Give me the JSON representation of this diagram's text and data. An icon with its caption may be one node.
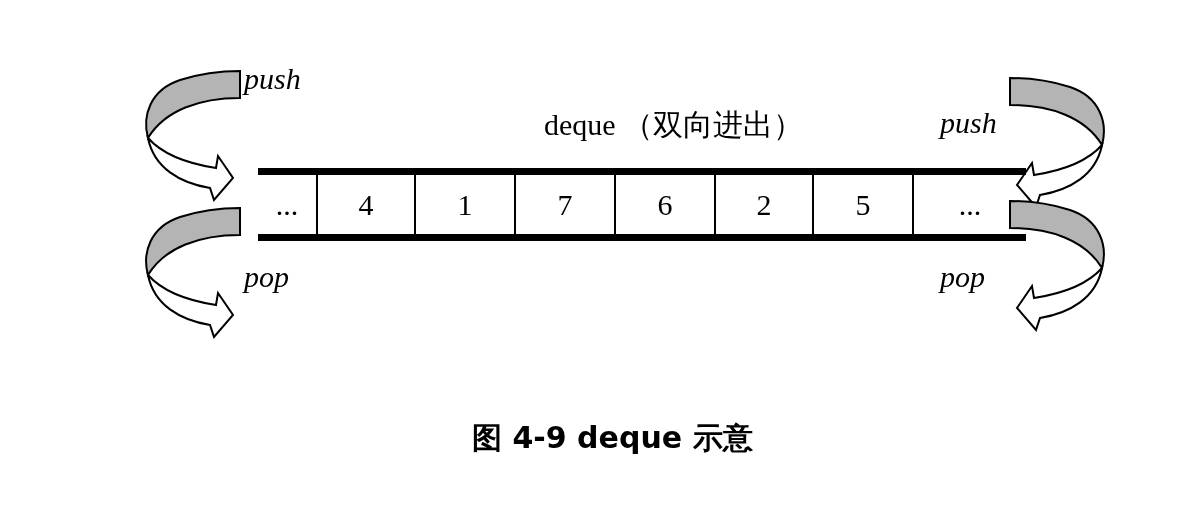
{
  "diagram": {
    "caption": "图 4-9 deque 示意",
    "nodes": [
      {
        "text": [
          "deque （双向进出）"
        ]
      },
      {
        "text": [
          "..."
        ],
        "in": 0
      },
      {
        "text": [
          "4"
        ],
        "in": 0
      },
      {
        "text": [
          "1"
        ],
        "in": 0
      },
      {
        "text": [
          "7"
        ],
        "in": 0
      },
      {
        "text": [
          "6"
        ],
        "in": 0
      },
      {
        "text": [
          "2"
        ],
        "in": 0
      },
      {
        "text": [
          "5"
        ],
        "in": 0
      },
      {
        "text": [
          "..."
        ],
        "in": 0
      }
    ],
    "labels": [
      "push",
      "push",
      "pop",
      "pop"
    ]
  }
}
